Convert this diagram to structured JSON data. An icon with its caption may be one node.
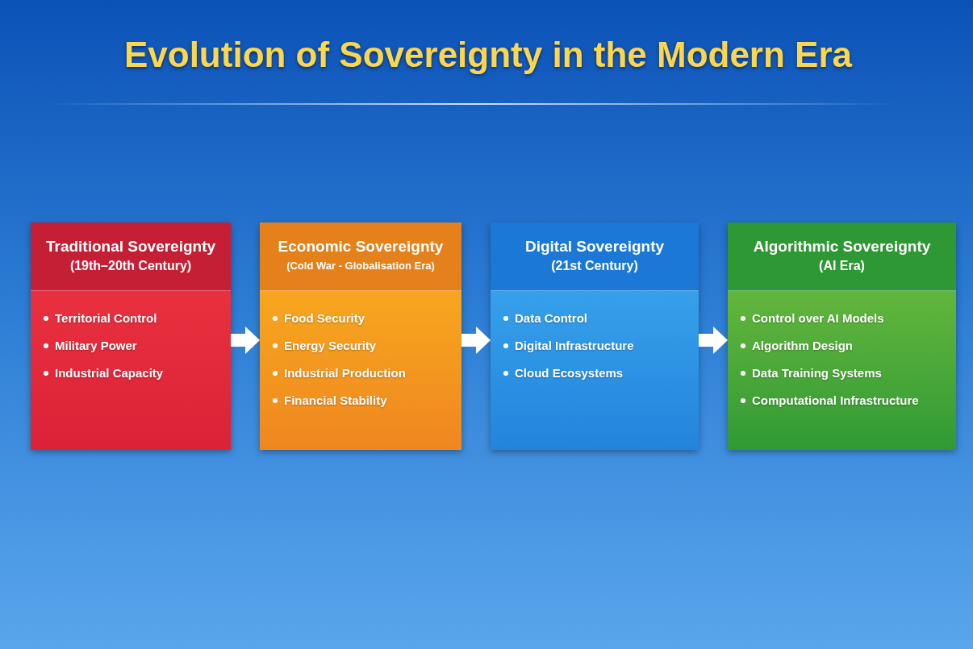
{
  "diagram": {
    "title": "Evolution of Sovereignty in the Modern Era",
    "nodes": [
      {
        "text": [
          "Traditional Sovereignty",
          "(19th–20th Century)",
          "Territorial Control",
          "Military Power",
          "Industrial Capacity"
        ]
      },
      {
        "text": [
          "Economic Sovereignty",
          "(Cold War - Globalisation Era)",
          "Food Security",
          "Energy Security",
          "Industrial Production",
          "Financial Stability"
        ]
      },
      {
        "text": [
          "Digital Sovereignty",
          "(21st Century)",
          "Data Control",
          "Digital Infrastructure",
          "Cloud Ecosystems"
        ]
      },
      {
        "text": [
          "Algorithmic Sovereignty",
          "(AI Era)",
          "Control over AI Models",
          "Algorithm Design",
          "Data Training Systems",
          "Computational Infrastructure"
        ]
      }
    ],
    "edges": [
      {
        "from": 0,
        "to": 1,
        "arrow": "to"
      },
      {
        "from": 1,
        "to": 2,
        "arrow": "to"
      },
      {
        "from": 2,
        "to": 3,
        "arrow": "to"
      }
    ]
  }
}
